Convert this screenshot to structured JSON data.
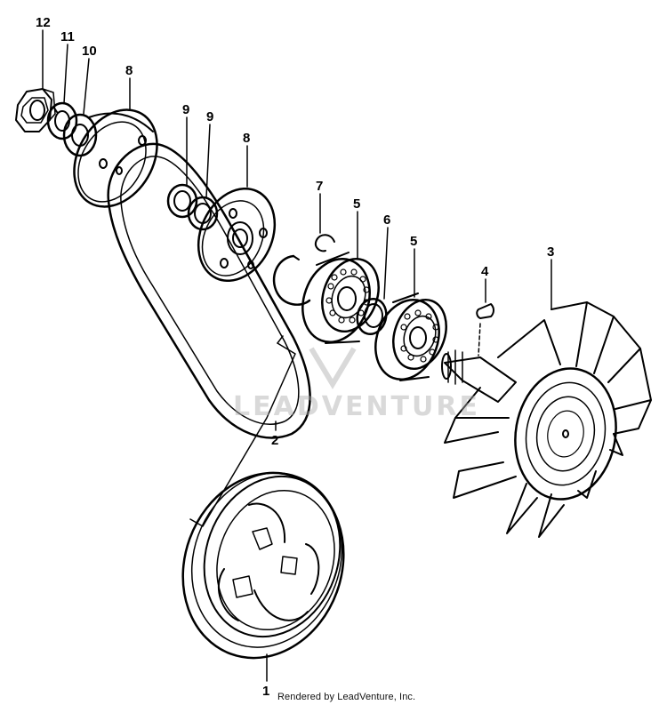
{
  "diagram": {
    "callouts": [
      {
        "id": "c12",
        "label": "12"
      },
      {
        "id": "c11",
        "label": "11"
      },
      {
        "id": "c10",
        "label": "10"
      },
      {
        "id": "c8a",
        "label": "8"
      },
      {
        "id": "c9a",
        "label": "9"
      },
      {
        "id": "c9b",
        "label": "9"
      },
      {
        "id": "c8b",
        "label": "8"
      },
      {
        "id": "c7",
        "label": "7"
      },
      {
        "id": "c5a",
        "label": "5"
      },
      {
        "id": "c6",
        "label": "6"
      },
      {
        "id": "c5b",
        "label": "5"
      },
      {
        "id": "c4",
        "label": "4"
      },
      {
        "id": "c3",
        "label": "3"
      },
      {
        "id": "c2",
        "label": "2"
      },
      {
        "id": "c1",
        "label": "1"
      }
    ]
  },
  "watermark": "LEADVENTURE",
  "credit": "Rendered by LeadVenture, Inc.",
  "colors": {
    "line": "#000000",
    "background": "#ffffff",
    "watermark": "#aaaaaa"
  }
}
